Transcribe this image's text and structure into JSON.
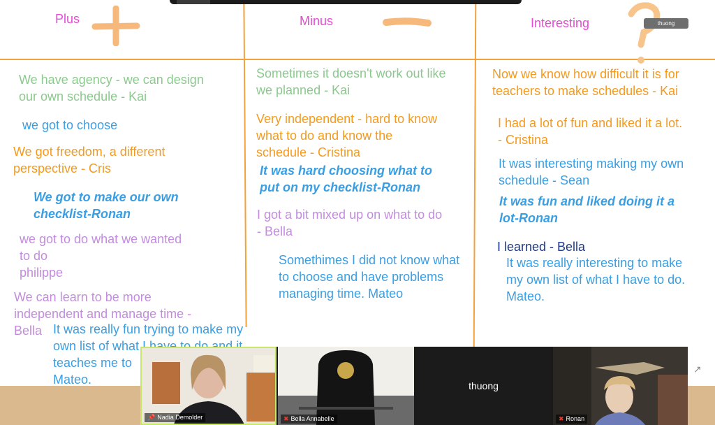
{
  "board": {
    "columns": [
      {
        "title": "Plus",
        "color": "#e64bd6"
      },
      {
        "title": "Minus",
        "color": "#e64bd6"
      },
      {
        "title": "Interesting",
        "color": "#e64bd6"
      }
    ],
    "plus_notes": [
      {
        "lines": [
          "We have agency - we can design",
          "our own schedule - Kai"
        ]
      },
      {
        "lines": [
          "we got to choose"
        ]
      },
      {
        "lines": [
          "We got freedom, a different",
          "perspective - Cris"
        ]
      },
      {
        "lines": [
          "We got to make our own",
          "checklist-Ronan"
        ]
      },
      {
        "lines": [
          "we got to do what we wanted",
          "to do",
          "philippe"
        ]
      },
      {
        "lines": [
          "We can learn to be more",
          "independent and manage time -",
          "Bella"
        ]
      },
      {
        "lines": [
          "It was really fun trying to make my",
          "own list of what I have to do and it",
          "teaches me to",
          "Mateo."
        ]
      }
    ],
    "minus_notes": [
      {
        "lines": [
          "Sometimes it doesn't work out like",
          "we planned - Kai"
        ]
      },
      {
        "lines": [
          "Very independent - hard to know",
          "what to do and know the",
          "schedule - Cristina"
        ]
      },
      {
        "lines": [
          "It was hard choosing what to",
          "put on my checklist-Ronan"
        ]
      },
      {
        "lines": [
          "I got a bit mixed up on what to do",
          "- Bella"
        ]
      },
      {
        "lines": [
          "Somethimes I did not know what",
          "to choose and have problems",
          "managing time. Mateo"
        ]
      }
    ],
    "interesting_notes": [
      {
        "lines": [
          "Now we know how difficult it is for",
          "teachers to make schedules - Kai"
        ]
      },
      {
        "lines": [
          "I had a lot of fun and liked it a lot.",
          "- Cristina"
        ]
      },
      {
        "lines": [
          "It was interesting making my own",
          "schedule - Sean"
        ]
      },
      {
        "lines": [
          "It was fun and liked doing it a",
          "lot-Ronan"
        ]
      },
      {
        "lines": [
          "I learned - Bella"
        ]
      },
      {
        "lines": [
          "It was really interesting to make",
          "my own list of what I have to do.",
          "Mateo."
        ]
      }
    ],
    "cursor_badge": "thuong",
    "colors": {
      "line": "#f3a23a",
      "heading": "#e64bd6",
      "green": "#8cc98e",
      "orange": "#f39a1f",
      "blue": "#3a9ee2",
      "purple": "#c38cdf",
      "navy": "#1f3a8c"
    }
  },
  "video": {
    "participants": [
      {
        "name": "Nadia Demolder",
        "muted": false
      },
      {
        "name": "Bella Annabelle",
        "muted": true
      },
      {
        "name": "thuong",
        "muted": false
      },
      {
        "name": "Ronan",
        "muted": true
      }
    ]
  }
}
